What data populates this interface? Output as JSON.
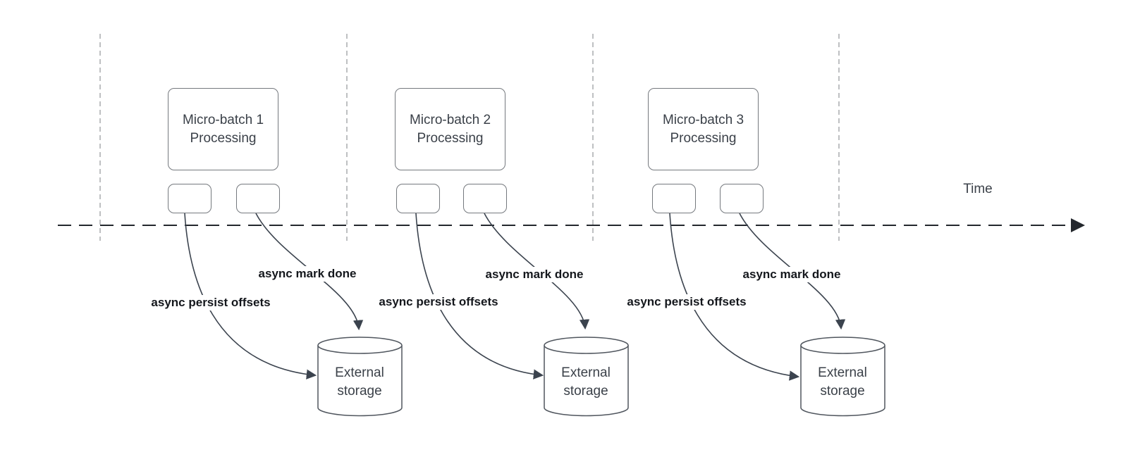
{
  "diagram": {
    "time_label": "Time",
    "batches": [
      {
        "title": "Micro-batch 1\nProcessing",
        "persist_label": "async persist offsets",
        "mark_done_label": "async mark done",
        "storage_label": "External\nstorage"
      },
      {
        "title": "Micro-batch 2\nProcessing",
        "persist_label": "async persist offsets",
        "mark_done_label": "async mark done",
        "storage_label": "External\nstorage"
      },
      {
        "title": "Micro-batch 3\nProcessing",
        "persist_label": "async persist offsets",
        "mark_done_label": "async mark done",
        "storage_label": "External\nstorage"
      }
    ],
    "colors": {
      "background": "#ffffff",
      "arrow_stroke": "#3b434e",
      "timeline_stroke": "#23272d",
      "boundary_dash": "#a9abad",
      "box_border": "#75797e",
      "cylinder_border": "#50565e",
      "text": "#3b4149",
      "bold_label_text": "#14171c"
    }
  }
}
